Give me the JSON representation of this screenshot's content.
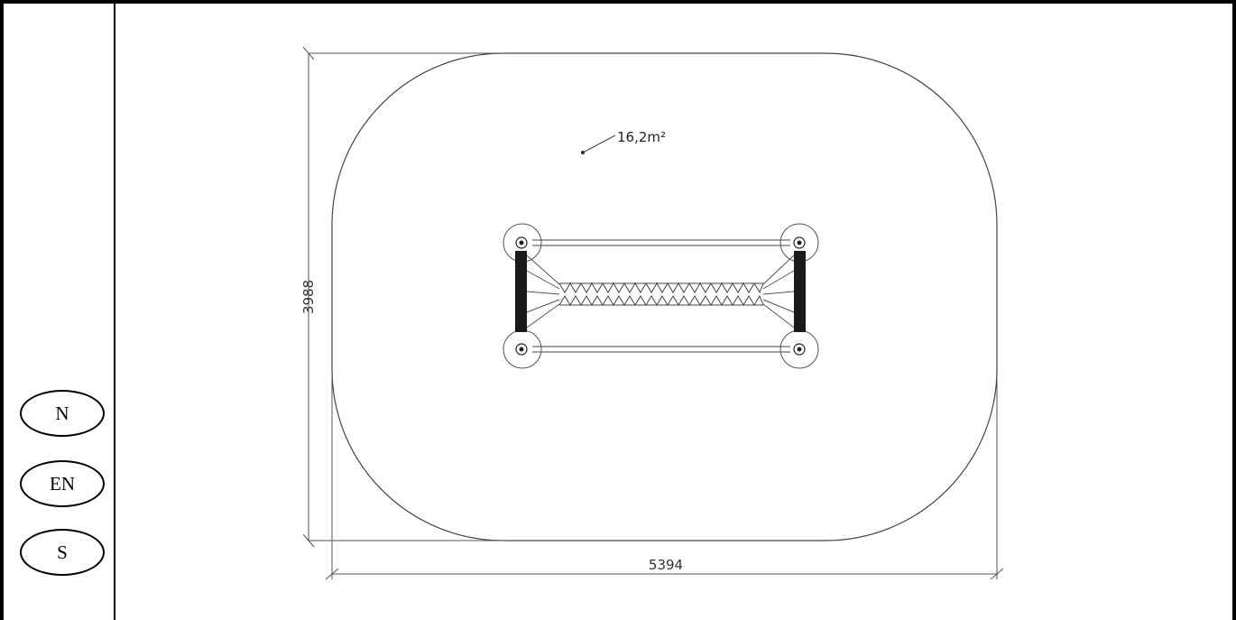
{
  "sidebar": {
    "badges": [
      {
        "label": "N"
      },
      {
        "label": "EN"
      },
      {
        "label": "S"
      }
    ]
  },
  "drawing": {
    "area_label": "16,2m²",
    "width_dimension": "5394",
    "height_dimension": "3988"
  },
  "colors": {
    "line": "#333333",
    "post": "#1a1a1a",
    "background": "#ffffff"
  }
}
